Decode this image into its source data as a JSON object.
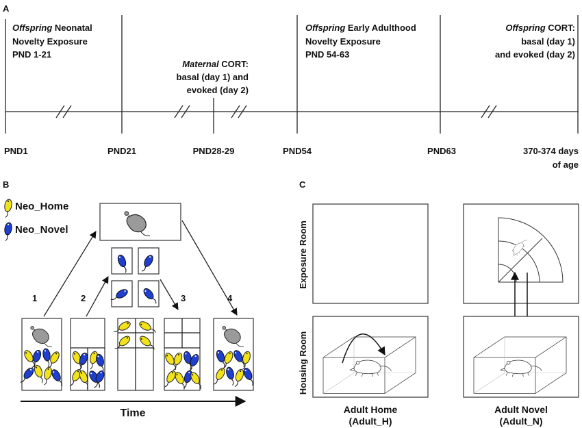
{
  "panel_a": {
    "label": "A",
    "events": [
      {
        "italic": "Offspring",
        "rest": " Neonatal",
        "line2": "Novelty Exposure",
        "line3": "PND 1-21"
      },
      {
        "italic": "Maternal",
        "rest": " CORT:",
        "line2": "basal (day 1) and",
        "line3": "evoked (day 2)"
      },
      {
        "italic": "Offspring",
        "rest": " Early Adulthood",
        "line2": "Novelty Exposure",
        "line3": "PND 54-63"
      },
      {
        "italic": "Offspring",
        "rest": " CORT:",
        "line2": "basal (day 1)",
        "line3": "and evoked (day 2)"
      }
    ],
    "ticks": [
      "PND1",
      "PND21",
      "PND28-29",
      "PND54",
      "PND63"
    ],
    "last_tick_line1": "370-374 days",
    "last_tick_line2": "of age"
  },
  "panel_b": {
    "label": "B",
    "legend": [
      "Neo_Home",
      "Neo_Novel"
    ],
    "steps": [
      "1",
      "2",
      "3",
      "4"
    ],
    "time_label": "Time",
    "colors": {
      "home": "#f2e21a",
      "novel": "#1f3fcf",
      "dam": "#9a9a9a"
    }
  },
  "panel_c": {
    "label": "C",
    "row_labels": [
      "Exposure Room",
      "Housing Room"
    ],
    "groups": [
      {
        "line1": "Adult Home",
        "line2": "(Adult_H)"
      },
      {
        "line1": "Adult Novel",
        "line2": "(Adult_N)"
      }
    ]
  }
}
